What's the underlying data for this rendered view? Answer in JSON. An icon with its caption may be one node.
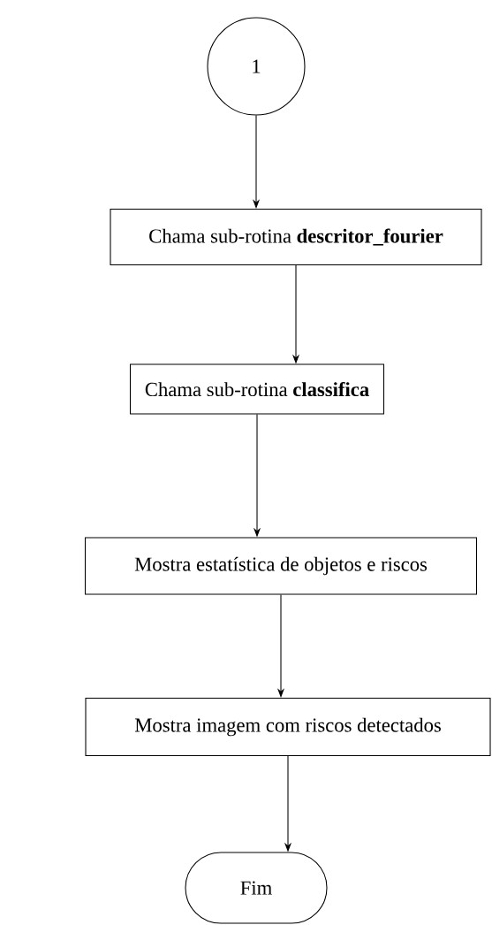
{
  "diagram": {
    "nodes": [
      {
        "text": [
          "1"
        ]
      },
      {
        "text": [
          "Chama sub-rotina **descritor_fourier**"
        ]
      },
      {
        "text": [
          "Chama sub-rotina **classifica**"
        ]
      },
      {
        "text": [
          "Mostra estatística de objetos e riscos"
        ]
      },
      {
        "text": [
          "Mostra imagem com riscos detectados"
        ]
      },
      {
        "text": [
          "Fim"
        ]
      }
    ],
    "edges": [
      {
        "from": 0,
        "to": 1,
        "arrow": "to"
      },
      {
        "from": 1,
        "to": 2,
        "arrow": "to"
      },
      {
        "from": 2,
        "to": 3,
        "arrow": "to"
      },
      {
        "from": 3,
        "to": 4,
        "arrow": "to"
      },
      {
        "from": 4,
        "to": 5,
        "arrow": "to"
      }
    ]
  }
}
